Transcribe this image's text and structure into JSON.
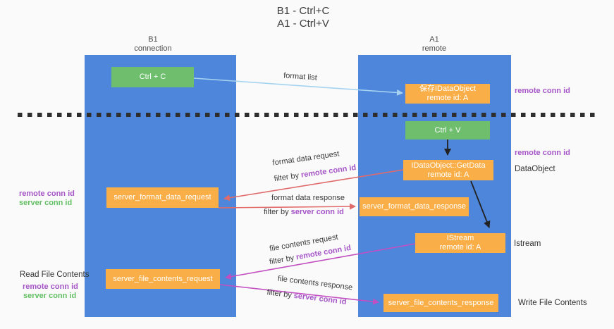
{
  "title": {
    "line1": "B1 - Ctrl+C",
    "line2": "A1 - Ctrl+V"
  },
  "columns": {
    "left": {
      "name": "B1",
      "role": "connection"
    },
    "right": {
      "name": "A1",
      "role": "remote"
    }
  },
  "boxes": {
    "ctrl_c": {
      "label": "Ctrl + C"
    },
    "save_dataobject": {
      "line1": "保存IDataObject",
      "line2": "remote id: A"
    },
    "ctrl_v": {
      "label": "Ctrl + V"
    },
    "getdata": {
      "line1": "IDataObject::GetData",
      "line2": "remote id: A"
    },
    "format_request": {
      "label": "server_format_data_request"
    },
    "format_response": {
      "label": "server_format_data_response"
    },
    "istream": {
      "line1": "IStream",
      "line2": "remote id: A"
    },
    "file_request": {
      "label": "server_file_contents_request"
    },
    "file_response": {
      "label": "server_file_contents_response"
    }
  },
  "arrow_labels": {
    "format_list": "format list",
    "format_data_request": "format data request",
    "format_data_response": "format data response",
    "file_contents_request": "file contents request",
    "file_contents_response": "file contents response",
    "filter_by": "filter by ",
    "remote_conn_id": "remote conn id",
    "server_conn_id": "server conn id"
  },
  "side_labels": {
    "remote_conn_id": "remote conn id",
    "server_conn_id": "server conn id",
    "dataobject": "DataObject",
    "istream": "Istream",
    "read_file_contents": "Read File Contents",
    "write_file_contents": "Write File Contents"
  },
  "colors": {
    "column_blue": "#4d86da",
    "box_orange": "#f9ae47",
    "box_green": "#6ebe6e",
    "arrow_lightblue": "#a6d3f0",
    "arrow_red": "#e16a6a",
    "arrow_magenta": "#c24fc2",
    "arrow_black": "#222222",
    "text_purple": "#a656c8",
    "text_green": "#63bf63",
    "dashed_separator": "#2e2e2e"
  }
}
